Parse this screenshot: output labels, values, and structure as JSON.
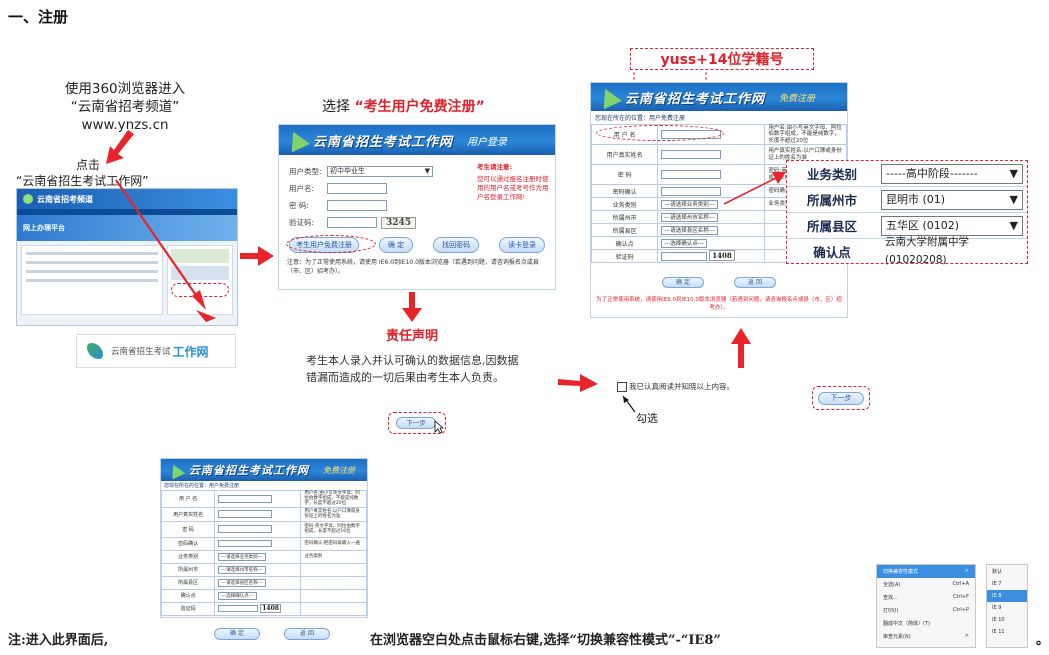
{
  "section_title": "一、注册",
  "step1": {
    "line1": "使用360浏览器进入",
    "line2": "“云南省招考频道”",
    "line3": "www.ynzs.cn",
    "click_label": "点击",
    "click_target": "“云南省招生考试工作网”",
    "site_title": "云南省招考频道",
    "portal_heading": "网上办理平台",
    "logo_text_a": "云南省招生考试",
    "logo_text_b": "工作网"
  },
  "step2": {
    "caption_prefix": "选择",
    "caption_target": "“考生用户免费注册”",
    "banner_title": "云南省招生考试工作网",
    "banner_sub": "用户登录",
    "fields": [
      {
        "label": "用户类型:",
        "value": "初中毕业生"
      },
      {
        "label": "用户名:",
        "value": ""
      },
      {
        "label": "密    码:",
        "value": ""
      },
      {
        "label": "验证码:",
        "value": "3245"
      }
    ],
    "notice_title": "考生请注意:",
    "notice_body": "您可以通过报名注册时使用的用户名或考号作为用户名登录工作网!",
    "buttons": [
      "考生用户免费注册",
      "确 定",
      "找回密码",
      "读卡登录"
    ],
    "footer": "注意：为了正常使用系统，请使用 IE6.0到IE10.0版本浏览器（若遇到问题，请咨询报名点或县（市、区）招考办）。"
  },
  "step3": {
    "title": "责任声明",
    "body": "考生本人录入并认可确认的数据信息,因数据错漏而造成的一切后果由考生本人负责。",
    "next": "下一步"
  },
  "step4": {
    "checkbox_label": "我已认真阅读并知晓以上内容。",
    "tick_label": "勾选",
    "next": "下一步"
  },
  "reg_form": {
    "callout": "yuss+14位学籍号",
    "banner_title": "云南省招生考试工作网",
    "banner_sub": "免费注册",
    "crumb": "您现在所在的位置：用户免费注册",
    "rows": [
      {
        "label": "用 户 名",
        "hint": "用户名:由小写英文字母、阿拉伯数字组成，不能是纯数字，长度不超过20位"
      },
      {
        "label": "用户真实姓名",
        "hint": "用户真实姓名:以户口簿或身份证上的姓名为准"
      },
      {
        "label": "密    码",
        "hint": "密码:英文字母、阿拉伯数字组成，长度不超过16位"
      },
      {
        "label": "密码确认",
        "hint": "密码确认:把密码再输入一遍"
      },
      {
        "label": "业务类别",
        "select": "---请选择业务类别---",
        "hint": "业务类别"
      },
      {
        "label": "所属州市",
        "select": "---请选择州市名称---",
        "hint": ""
      },
      {
        "label": "所属县区",
        "select": "---请选择县区名称---",
        "hint": ""
      },
      {
        "label": "确认点",
        "select": "---选择确认点---",
        "hint": ""
      },
      {
        "label": "验证码",
        "captcha": "1408",
        "hint": ""
      }
    ],
    "confirm": "确 定",
    "back": "返 回",
    "footer": "为了正常使用系统，请使用IE6.0到IE10.0版本浏览器（若遇到问题，请咨询报名点或县（市、区）招考办）。"
  },
  "zoom": {
    "rows": [
      {
        "label": "业务类别",
        "value": "-----高中阶段-------"
      },
      {
        "label": "所属州市",
        "value": "昆明市 (01)"
      },
      {
        "label": "所属县区",
        "value": "五华区 (0102)"
      },
      {
        "label": "确认点",
        "value": "云南大学附属中学 (01020208)"
      }
    ]
  },
  "bottom": {
    "note_prefix": "注:进入此界面后,",
    "note_suffix": "在浏览器空白处点击鼠标右键,选择“切换兼容性模式”-“IE8”",
    "period": "。",
    "ctx_menu": [
      {
        "label": "切换兼容性模式",
        "shortcut": ">"
      },
      {
        "label": "全选(A)",
        "shortcut": "Ctrl+A"
      },
      {
        "label": "查找...",
        "shortcut": "Ctrl+F"
      },
      {
        "label": "打印(I)",
        "shortcut": "Ctrl+P"
      },
      {
        "label": "翻成中文（简体）(T)",
        "shortcut": ""
      },
      {
        "label": "审查元素(N)",
        "shortcut": ">"
      }
    ],
    "ctx_sub": [
      "默认",
      "IE 7",
      "IE 8",
      "IE 9",
      "IE 10",
      "IE 11"
    ]
  }
}
